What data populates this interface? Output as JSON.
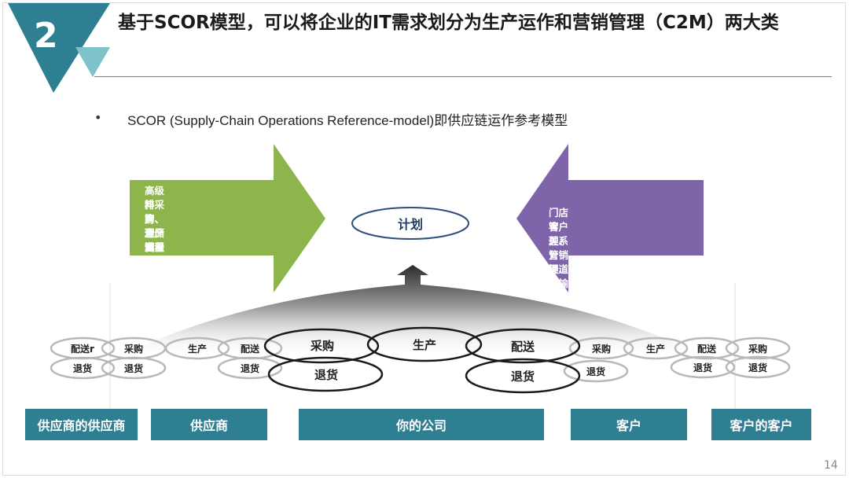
{
  "badge": {
    "number": "2"
  },
  "title": "基于SCOR模型，可以将企业的IT需求划分为生产运作和营销管理（C2M）两大类",
  "bullet": {
    "marker": "•",
    "text": "SCOR (Supply-Chain Operations Reference-model)即供应链运作参考模型"
  },
  "plan_label": "计划",
  "left_arrow_lines": [
    "高级排产、生产调度、物",
    "料采购、仓储管理、配方",
    "管理、质量管理、设备管",
    "理、过程监控、成本管理、",
    "实验室管理"
  ],
  "right_arrow_lines": [
    "门店管理、分销渠道管理、",
    "客户关系管理、运输管理"
  ],
  "process_pills": {
    "p1": "配送r",
    "p2": "采购",
    "p3": "退货",
    "p4": "退货",
    "p5": "生产",
    "p6": "配送",
    "p7": "退货",
    "p8": "采购",
    "p9": "退货",
    "p10": "生产",
    "p11": "配送",
    "p12": "退货",
    "p13": "采购",
    "p14": "退货",
    "p15": "生产",
    "p16": "配送",
    "p17": "采购",
    "p18": "退货",
    "p19": "退货"
  },
  "entities": [
    "供应商的供应商",
    "供应商",
    "你的公司",
    "客户",
    "客户的客户"
  ],
  "page_number": "14",
  "colors": {
    "teal": "#2f7f92",
    "teal_light": "#7fc2c9",
    "green": "#8db54c",
    "purple": "#7e64a8",
    "ellipse_gray": "#b8b8b8",
    "ellipse_dark": "#1a1a1a",
    "plan_border": "#2d4f7c"
  }
}
